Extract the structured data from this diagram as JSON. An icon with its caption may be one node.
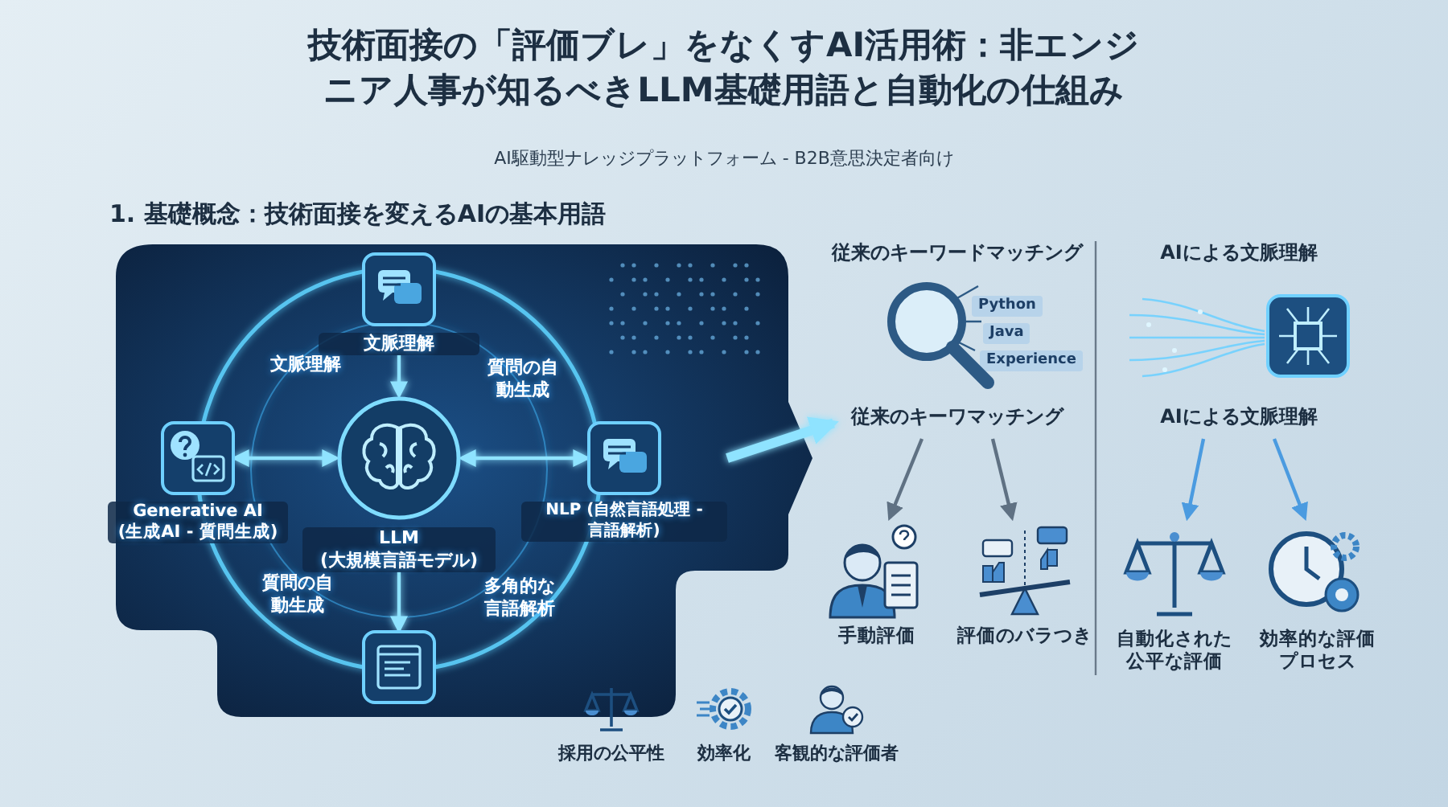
{
  "diagram": {
    "title": "技術面接の「評価ブレ」をなくすAI活用術：非エンジニア人事が知るべきLLM基礎用語と自動化の仕組み",
    "nodes": [
      {
        "text": [
          "文脈理解"
        ]
      },
      {
        "text": [
          "LLM (大規模言語モデル)"
        ]
      },
      {
        "text": [
          "Generative AI (生成AI - 質問生成)"
        ]
      },
      {
        "text": [
          "NLP (自然言語処理 - 言語解析)"
        ]
      },
      {
        "text": [],
        "shape": "box"
      },
      {
        "text": [
          "従来のキーワマッチング"
        ]
      },
      {
        "text": [
          "手動評価"
        ]
      },
      {
        "text": [
          "評価のバラつき"
        ]
      },
      {
        "text": [
          "AIによる文脈理解"
        ]
      },
      {
        "text": [
          "自動化された公平な評価"
        ]
      },
      {
        "text": [
          "効率的な評価プロセス"
        ]
      }
    ],
    "edges": [
      {
        "from": 0,
        "to": 1,
        "arrow": "to"
      },
      {
        "from": 1,
        "to": 2,
        "arrow": "both"
      },
      {
        "from": 1,
        "to": 3,
        "arrow": "both"
      },
      {
        "from": 1,
        "to": 4,
        "arrow": "to"
      },
      {
        "from": 3,
        "to": 5,
        "arrow": "to",
        "style": "thick"
      },
      {
        "from": 5,
        "to": 6,
        "arrow": "to",
        "color": "#5f7183"
      },
      {
        "from": 5,
        "to": 7,
        "arrow": "to",
        "color": "#5f7183"
      },
      {
        "from": 8,
        "to": 9,
        "arrow": "to",
        "color": "#4b9be0"
      },
      {
        "from": 8,
        "to": 10,
        "arrow": "to",
        "color": "#4b9be0"
      }
    ],
    "labels": [
      "AI駆動型ナレッジプラットフォーム - B2B意思決定者向け",
      "1. 基礎概念：技術面接を変えるAIの基本用語",
      "文脈理解",
      "質問の自動生成",
      "質問の自動生成",
      "多角的な言語解析",
      "従来のキーワードマッチング",
      "AIによる文脈理解",
      "Python",
      "Java",
      "Experience",
      "採用の公平性",
      "効率化",
      "客観的な評価者"
    ]
  }
}
